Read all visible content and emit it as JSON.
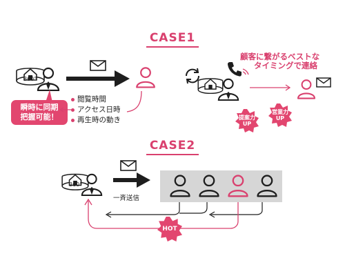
{
  "case1": {
    "title": "CASE1",
    "vr_label": "360°",
    "items": [
      "閲覧時間",
      "アクセス日時",
      "再生時の動き"
    ],
    "bubble": [
      "瞬時に同期",
      "把握可能！"
    ],
    "contact_text": [
      "顧客に繋がるベストな",
      "タイミングで連絡"
    ],
    "burst_left": [
      "提案力",
      "UP"
    ],
    "burst_right": [
      "営業力",
      "UP"
    ]
  },
  "case2": {
    "title": "CASE2",
    "vr_label": "360°",
    "broadcast_label": "一斉送信",
    "hot_label": "HOT"
  },
  "colors": {
    "accent": "#d9406e",
    "ink": "#1e1e1e",
    "panel": "#d6d6d6"
  },
  "icons": [
    "vr-house-icon",
    "person-icon",
    "mail-icon",
    "phone-icon",
    "refresh-icon",
    "arrow-icon"
  ]
}
